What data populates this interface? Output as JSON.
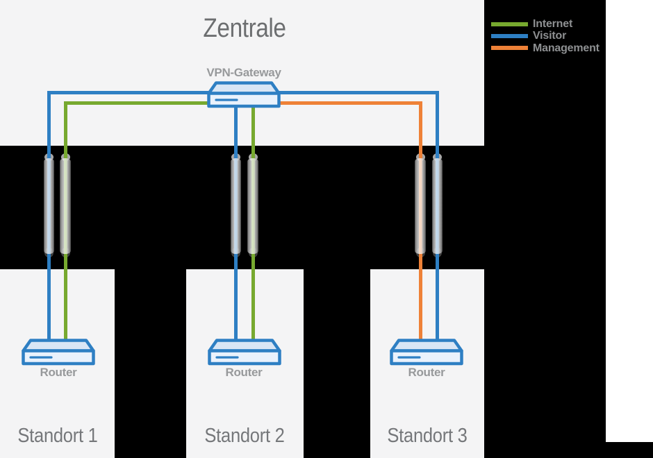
{
  "diagram": {
    "hq": {
      "title": "Zentrale",
      "gateway_label": "VPN-Gateway"
    },
    "sites": [
      {
        "title": "Standort 1",
        "device_label": "Router"
      },
      {
        "title": "Standort 2",
        "device_label": "Router"
      },
      {
        "title": "Standort 3",
        "device_label": "Router"
      }
    ],
    "legend": [
      {
        "label": "Internet",
        "color": "#77a92f"
      },
      {
        "label": "Visitor",
        "color": "#2e7fc3"
      },
      {
        "label": "Management",
        "color": "#ee8137"
      }
    ],
    "colors": {
      "internet": "#77a92f",
      "visitor": "#2e7fc3",
      "management": "#ee8137",
      "panel": "#f4f4f5",
      "device_stroke": "#2e7fc3"
    }
  }
}
